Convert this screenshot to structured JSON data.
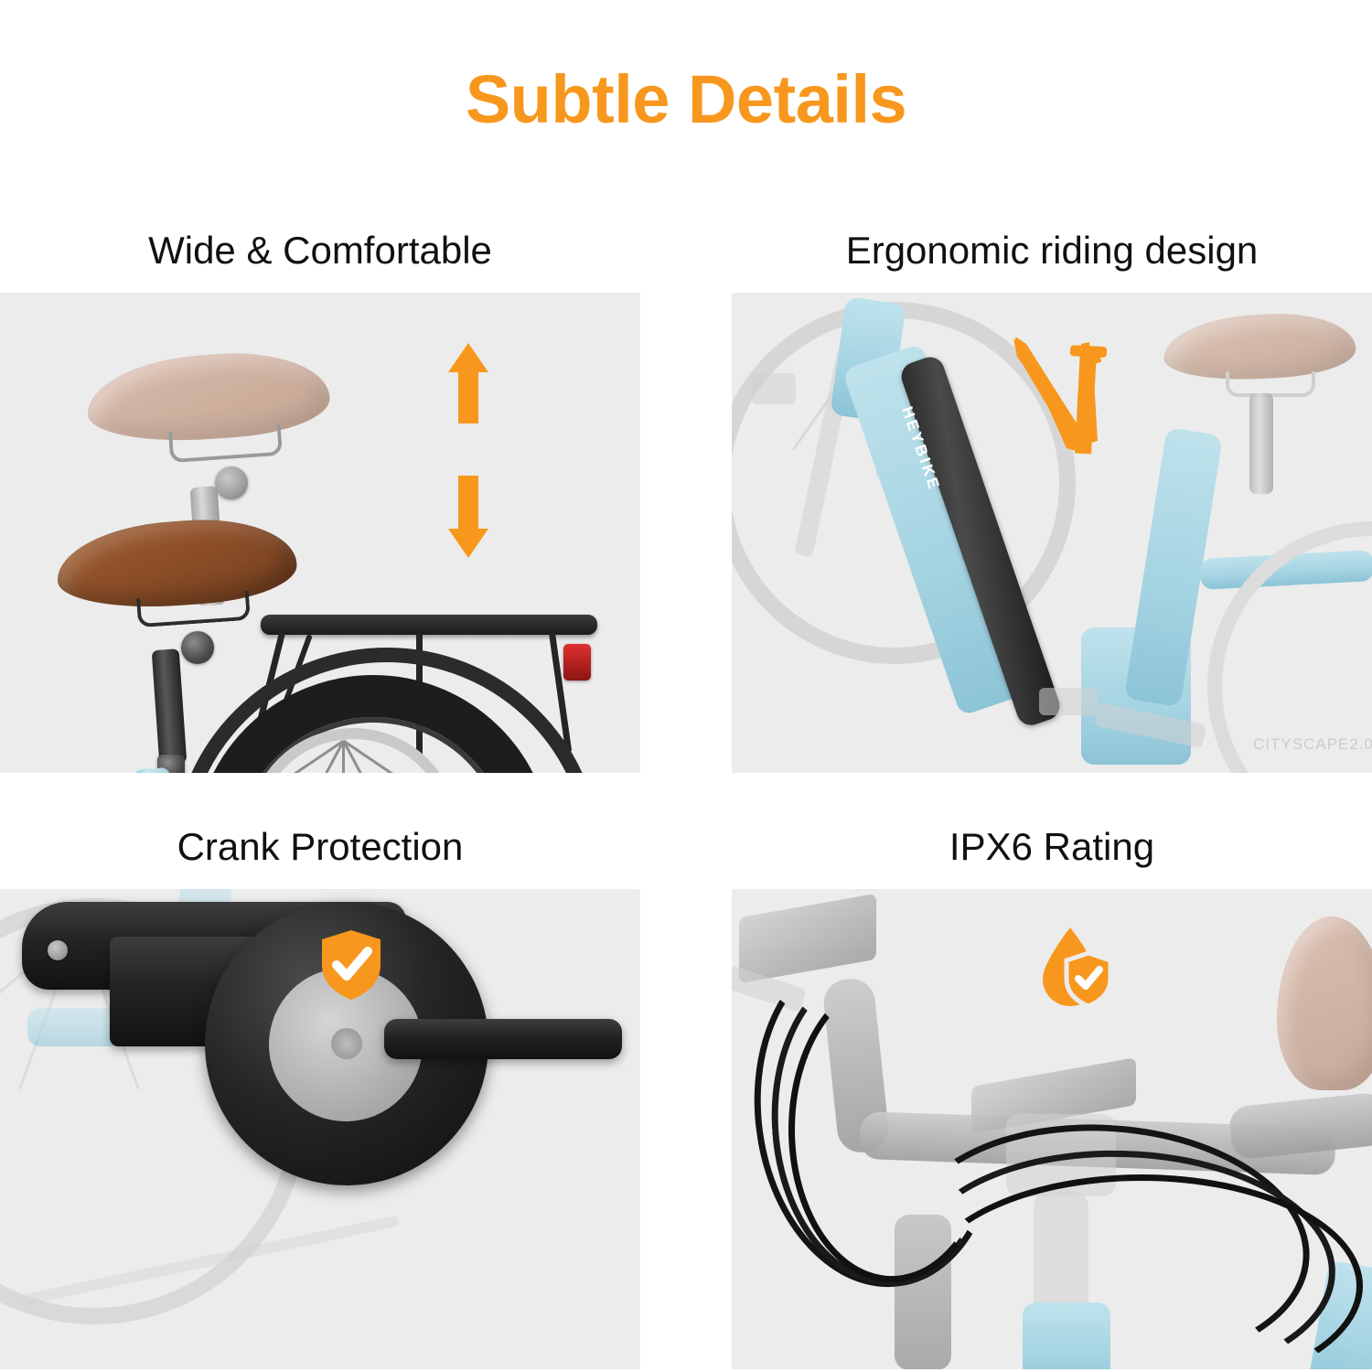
{
  "header": {
    "title": "Subtle Details",
    "title_color": "#F8971D"
  },
  "theme": {
    "accent": "#F8971D",
    "panel_background": "#ececec",
    "page_background": "#ffffff",
    "heading_color": "#101010",
    "frame_blue": "#a8d6e3",
    "saddle_brown": "#8d4f28",
    "saddle_ghost": "#cba894",
    "taillight_red": "#d42a2a"
  },
  "features": [
    {
      "id": "wide-comfortable",
      "title": "Wide & Comfortable",
      "position": "top-left",
      "icons": [
        "arrow-up-icon",
        "arrow-down-icon"
      ],
      "image_alt": "Adjustable wide saddle shown at two heights above rear rack and wheel"
    },
    {
      "id": "ergonomic-riding-design",
      "title": "Ergonomic riding design",
      "position": "top-right",
      "brand_label": "HEYBIKE",
      "icons": [
        "frame-outline-icon"
      ],
      "image_alt": "Step-through frame with battery down tube highlighted in orange"
    },
    {
      "id": "crank-protection",
      "title": "Crank Protection",
      "position": "bottom-left",
      "frame_label": "CITYSCAPE2.0",
      "icons": [
        "shield-check-icon"
      ],
      "image_alt": "Full black chainguard covering chainring and crank"
    },
    {
      "id": "ipx6-rating",
      "title": "IPX6 Rating",
      "position": "bottom-right",
      "icons": [
        "water-drop-shield-icon"
      ],
      "image_alt": "Handlebar cables with water droplets and waterproof badge"
    }
  ]
}
